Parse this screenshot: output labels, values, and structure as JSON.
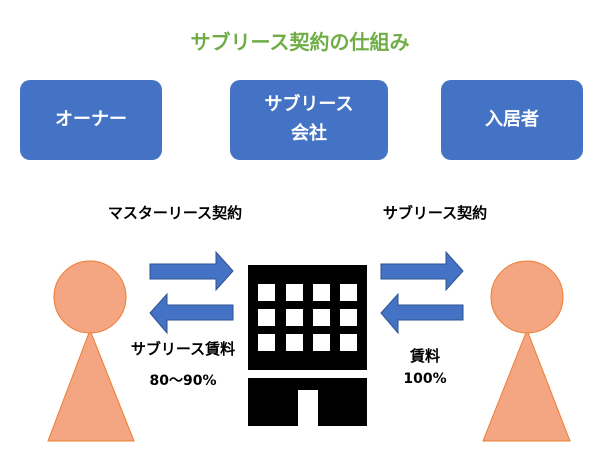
{
  "title": "サブリース契約の仕組み",
  "boxes": {
    "owner": "オーナー",
    "sublease_line1": "サブリース",
    "sublease_line2": "会社",
    "tenant": "入居者"
  },
  "labels": {
    "master_lease": "マスターリース契約",
    "sublease_contract": "サブリース契約",
    "sublease_rent": "サブリース賃料",
    "sublease_rent_pct": "80〜90%",
    "rent": "賃料",
    "rent_pct": "100%"
  },
  "colors": {
    "title": "#70AD47",
    "box": "#4472C4",
    "arrow": "#4472C4",
    "person": "#F4A582",
    "building": "#000000"
  }
}
